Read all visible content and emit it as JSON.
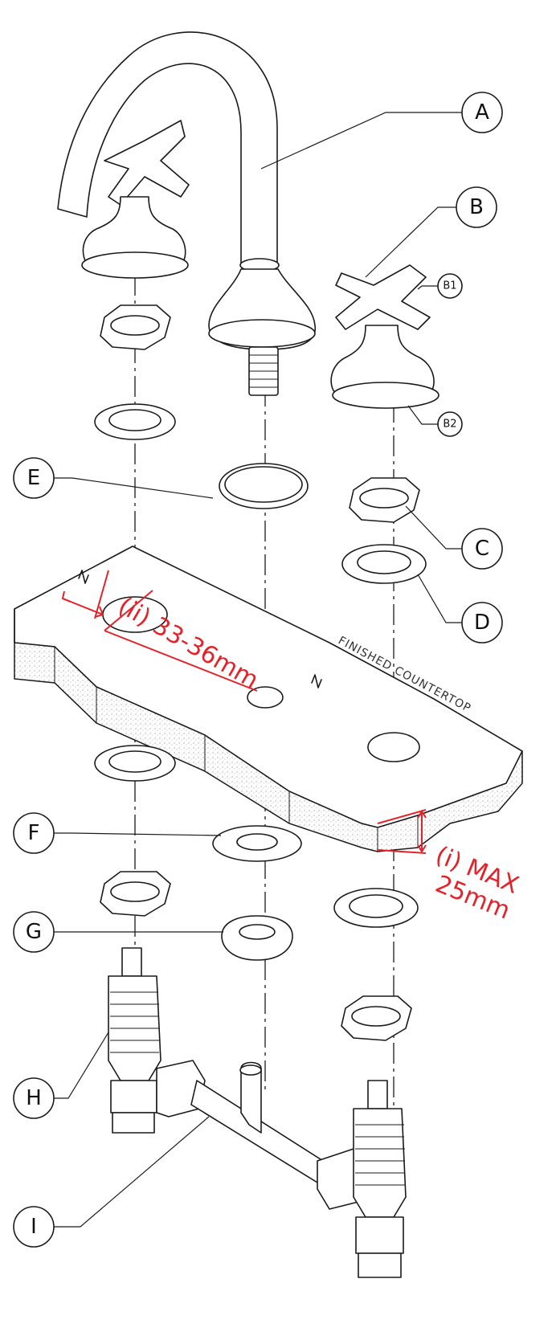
{
  "callouts": {
    "A": "A",
    "B": "B",
    "B1": "B1",
    "B2": "B2",
    "C": "C",
    "D": "D",
    "E": "E",
    "F": "F",
    "G": "G",
    "H": "H",
    "I": "I"
  },
  "countertop_label": "FINISHED COUNTERTOP",
  "dimensions": {
    "thickness_line1": "(i) MAX",
    "thickness_line2": "25mm",
    "hole_diameter": "(ii) 33-36mm"
  },
  "colors": {
    "dimension": "#e3232a",
    "line": "#1a1a1a"
  }
}
